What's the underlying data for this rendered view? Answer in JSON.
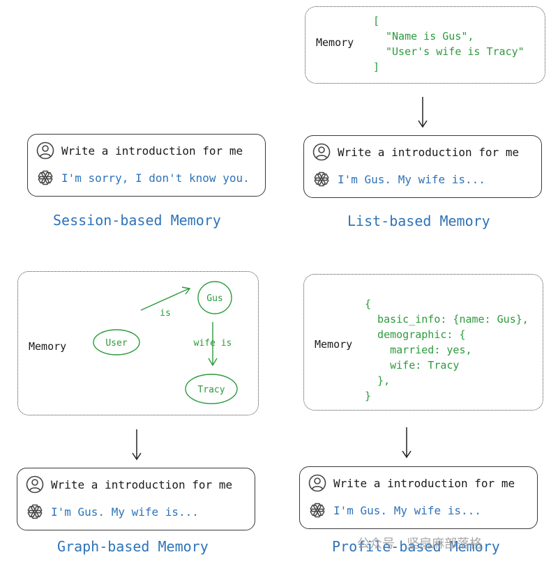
{
  "chat": {
    "user_prompt": "Write a introduction for me",
    "unknown_reply": "I'm sorry, I don't know you.",
    "known_reply": "I'm Gus. My wife is..."
  },
  "captions": {
    "session": "Session-based Memory",
    "list": "List-based Memory",
    "graph": "Graph-based Memory",
    "profile": "Profile-based Memory"
  },
  "memory_label": "Memory",
  "list_memory": {
    "open": "[",
    "items": [
      "\"Name is Gus\",",
      "\"User's wife is Tracy\""
    ],
    "close": "]"
  },
  "graph_memory": {
    "nodes": {
      "user": "User",
      "gus": "Gus",
      "tracy": "Tracy"
    },
    "edges": {
      "is": "is",
      "wife_is": "wife is"
    }
  },
  "profile_memory": {
    "lines": [
      "{",
      "  basic_info: {name: Gus},",
      "  demographic: {",
      "    married: yes,",
      "    wife: Tracy",
      "  },",
      "}"
    ]
  },
  "watermark": "公众号 · 坚扇麻部落格",
  "icons": [
    "user-avatar-icon",
    "openai-logo-icon",
    "down-arrow-icon"
  ],
  "colors": {
    "blue": "#2e73b8",
    "green": "#2c9a3c",
    "ink": "#1a1a1a"
  }
}
